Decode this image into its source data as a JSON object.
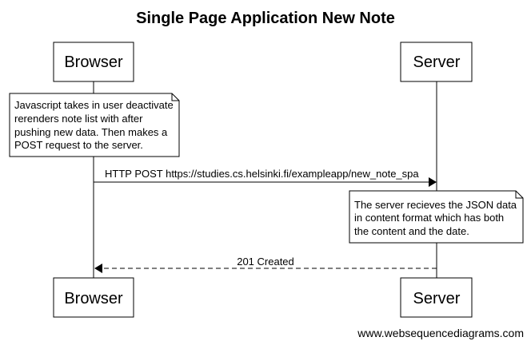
{
  "title": "Single Page Application New Note",
  "participants": {
    "browser": "Browser",
    "server": "Server"
  },
  "notes": {
    "browser_note": [
      "Javascript takes in user deactivate",
      "rerenders note list with after",
      "pushing new data. Then makes a",
      "POST request to the server."
    ],
    "server_note": [
      "The server recieves the JSON data",
      "in content format which has both",
      "the content and the date."
    ]
  },
  "messages": {
    "post": "HTTP POST https://studies.cs.helsinki.fi/exampleapp/new_note_spa",
    "response": "201 Created"
  },
  "footer": "www.websequencediagrams.com"
}
